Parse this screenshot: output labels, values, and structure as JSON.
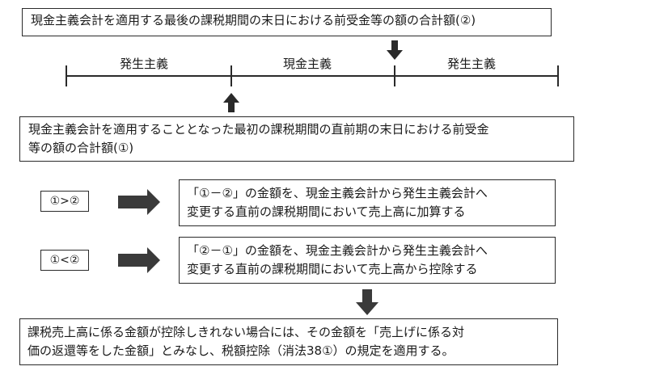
{
  "top_box": "現金主義会計を適用する最後の課税期間の末日における前受金等の額の合計額(②)",
  "timeline": {
    "segments": [
      "発生主義",
      "現金主義",
      "発生主義"
    ]
  },
  "mid_box": {
    "line1": "現金主義会計を適用することとなった最初の課税期間の直前期の末日における前受金",
    "line2": "等の額の合計額(①)"
  },
  "conditions": [
    {
      "label": "①>②",
      "text_line1": "「①－②」の金額を、現金主義会計から発生主義会計へ",
      "text_line2": "変更する直前の課税期間において売上高に加算する"
    },
    {
      "label": "①<②",
      "text_line1": "「②－①」の金額を、現金主義会計から発生主義会計へ",
      "text_line2": "変更する直前の課税期間において売上高から控除する"
    }
  ],
  "bottom_box": {
    "line1": "課税売上高に係る金額が控除しきれない場合には、その金額を「売上げに係る対",
    "line2": "価の返還等をした金額」とみなし、税額控除（消法38①）の規定を適用する。"
  },
  "colors": {
    "stroke": "#2a2a2a",
    "arrow": "#3a3a3a"
  }
}
